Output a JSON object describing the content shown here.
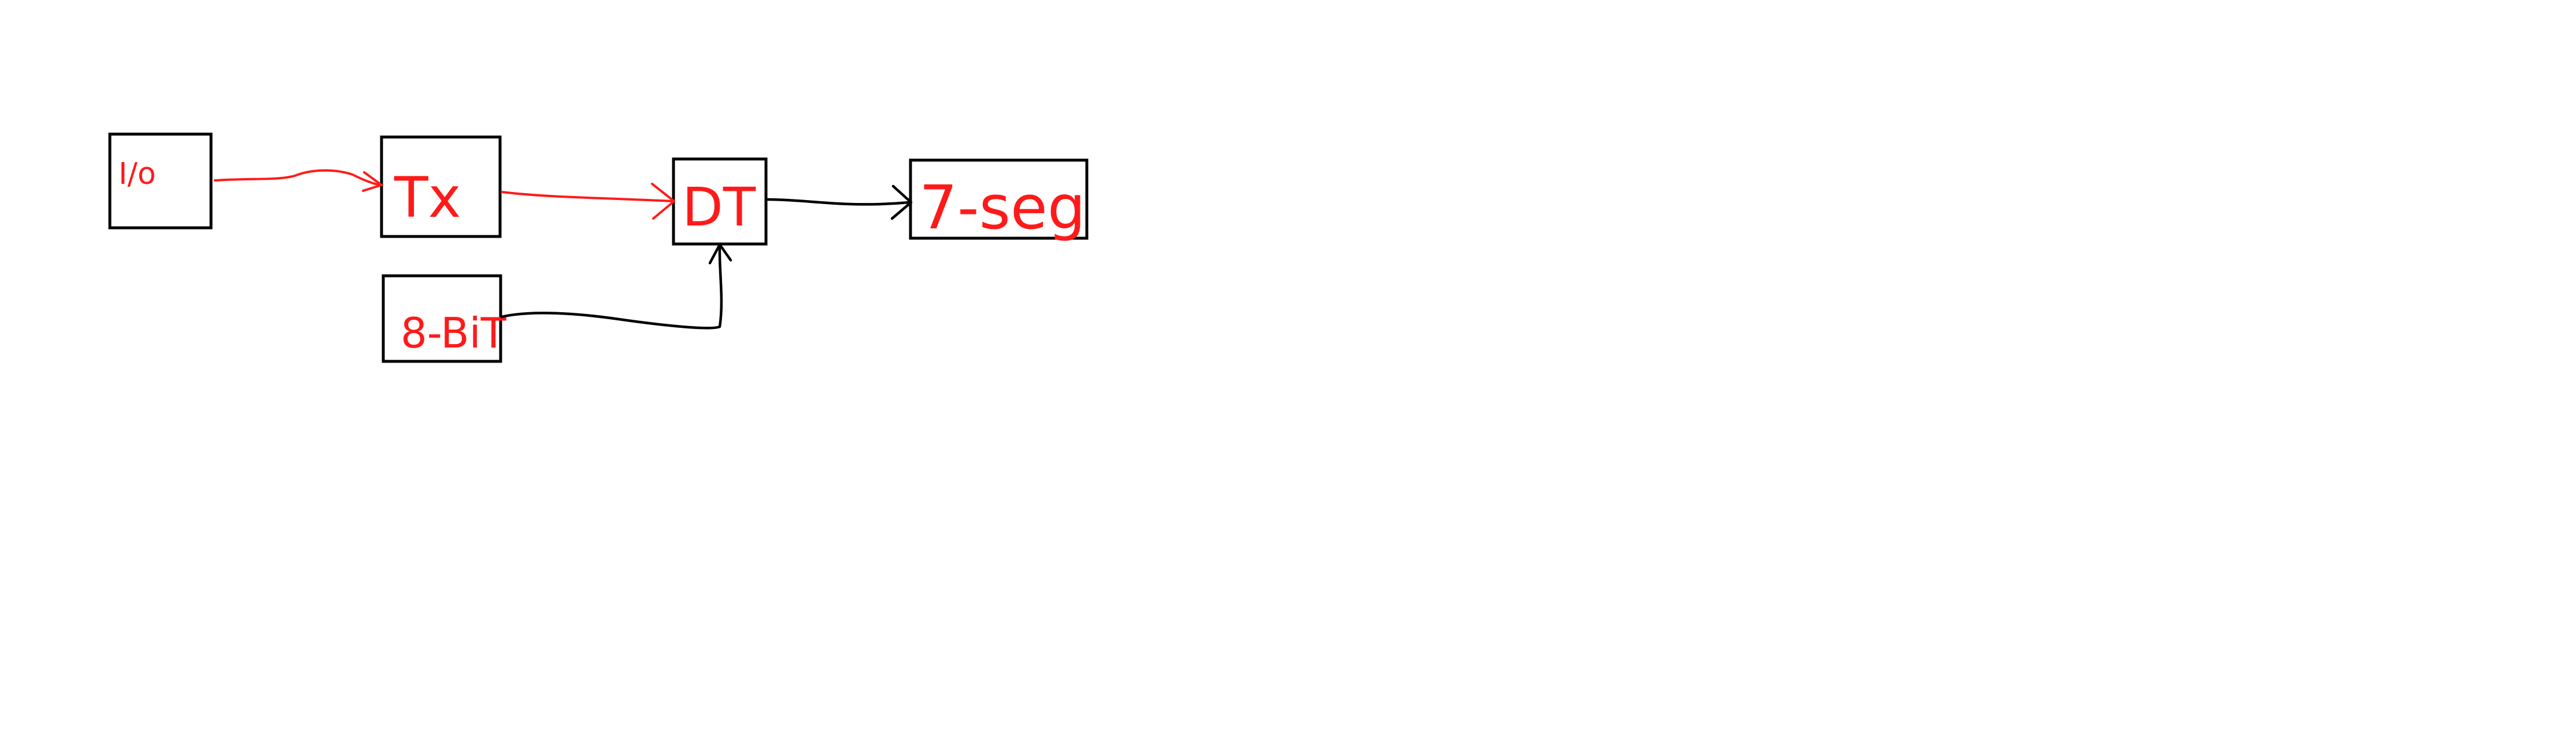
{
  "diagram": {
    "blocks": [
      {
        "id": "io",
        "label": "I/o",
        "label_color": "#ff1a1a"
      },
      {
        "id": "tx",
        "label": "Tx",
        "label_color": "#ff1a1a"
      },
      {
        "id": "bit",
        "label": "8-BiT",
        "label_color": "#ff1a1a"
      },
      {
        "id": "dt",
        "label": "DT",
        "label_color": "#ff1a1a"
      },
      {
        "id": "seg",
        "label": "7-seg",
        "label_color": "#ff1a1a"
      }
    ],
    "connections": [
      {
        "from": "io",
        "to": "tx",
        "color": "#ff1a1a"
      },
      {
        "from": "tx",
        "to": "dt",
        "color": "#ff1a1a"
      },
      {
        "from": "bit",
        "to": "dt",
        "color": "#000000"
      },
      {
        "from": "dt",
        "to": "seg",
        "color": "#000000"
      }
    ]
  },
  "colors": {
    "background": "#ffffff",
    "box_stroke": "#000000",
    "accent_red": "#ff1a1a"
  }
}
